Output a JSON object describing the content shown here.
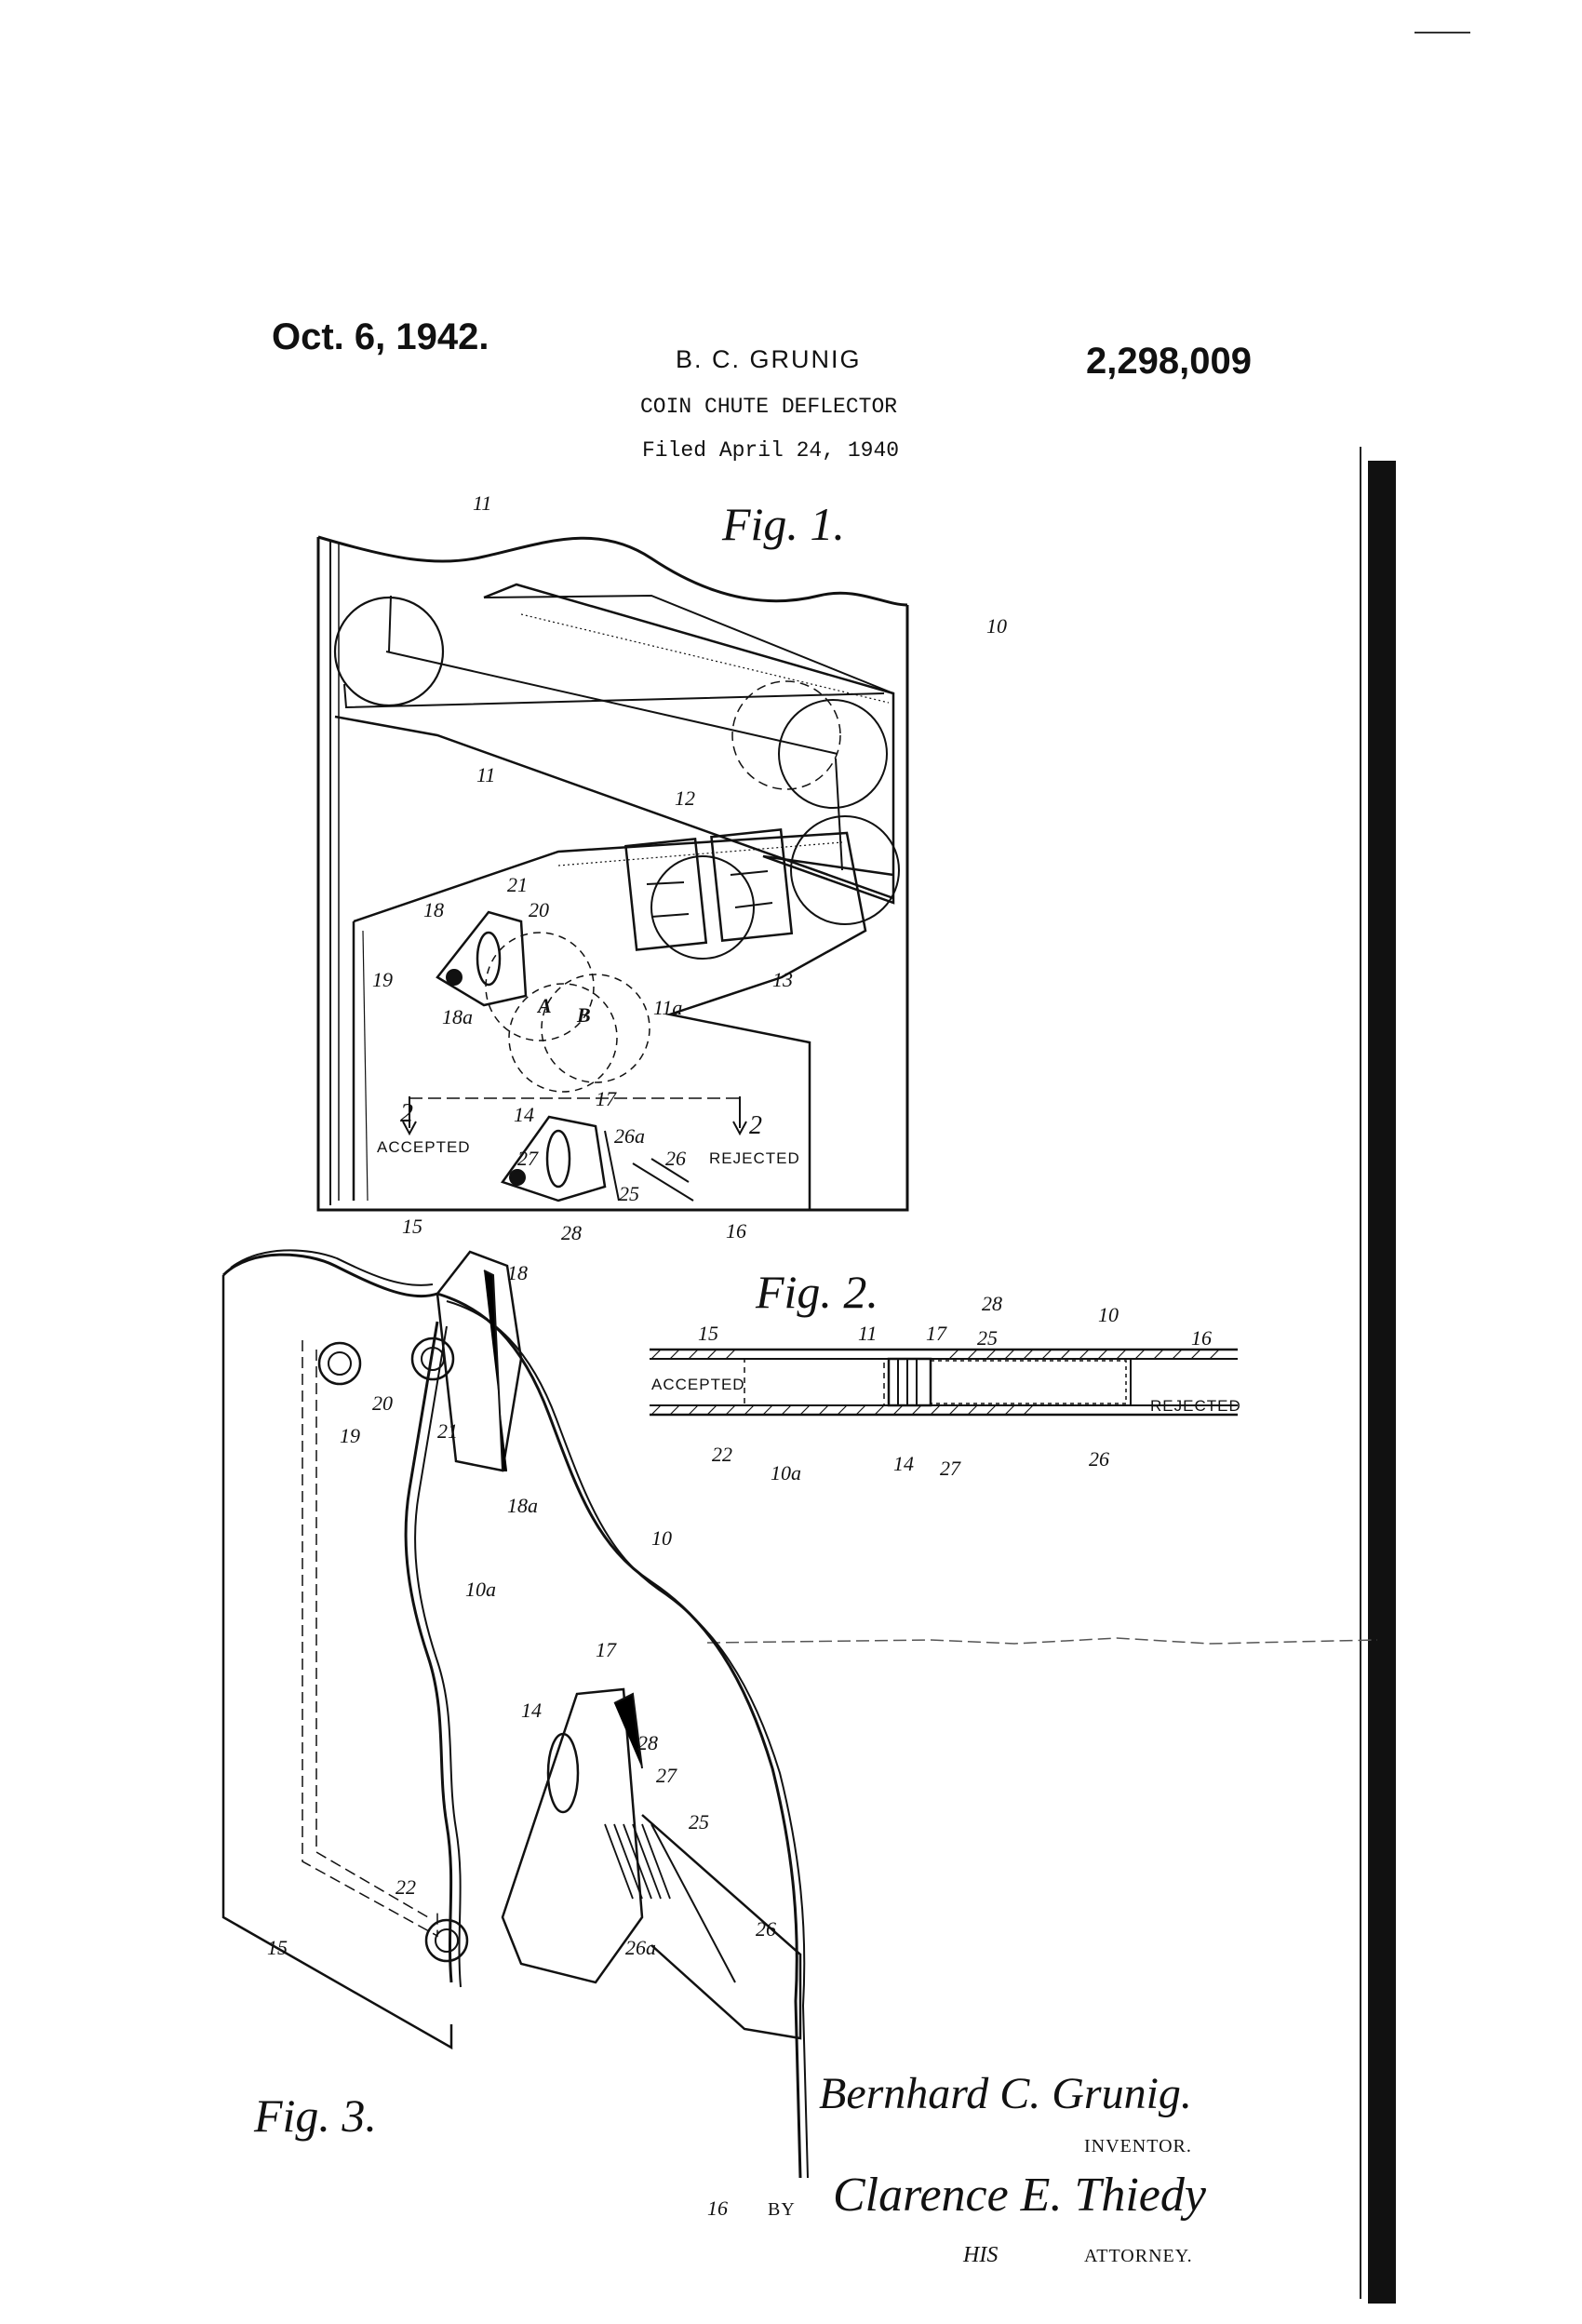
{
  "header": {
    "date": "Oct. 6, 1942.",
    "inventor_name": "B. C. GRUNIG",
    "title": "COIN CHUTE DEFLECTOR",
    "filed": "Filed April 24, 1940",
    "patent_number": "2,298,009"
  },
  "figures": {
    "fig1": {
      "title": "Fig. 1.",
      "refs": [
        "11",
        "10",
        "11",
        "12",
        "13",
        "18",
        "21",
        "20",
        "19",
        "18a",
        "11a",
        "A",
        "B",
        "14",
        "17",
        "2",
        "2",
        "26a",
        "26",
        "27",
        "25",
        "15",
        "28",
        "16"
      ],
      "accepted_label": "ACCEPTED",
      "rejected_label": "REJECTED"
    },
    "fig2": {
      "title": "Fig. 2.",
      "refs": [
        "28",
        "10",
        "15",
        "11",
        "17",
        "25",
        "16",
        "22",
        "10a",
        "14",
        "27",
        "26"
      ],
      "accepted_label": "ACCEPTED",
      "rejected_label": "REJECTED"
    },
    "fig3": {
      "title": "Fig. 3.",
      "refs": [
        "18",
        "20",
        "21",
        "19",
        "18a",
        "10",
        "10a",
        "17",
        "14",
        "28",
        "27",
        "25",
        "22",
        "26",
        "26a",
        "15",
        "16"
      ]
    }
  },
  "signature": {
    "inventor_signature": "Bernhard C. Grunig.",
    "inventor_caption": "INVENTOR.",
    "by": "BY",
    "attorney_signature": "Clarence E. Thiedy",
    "his": "HIS",
    "attorney_caption": "ATTORNEY."
  }
}
